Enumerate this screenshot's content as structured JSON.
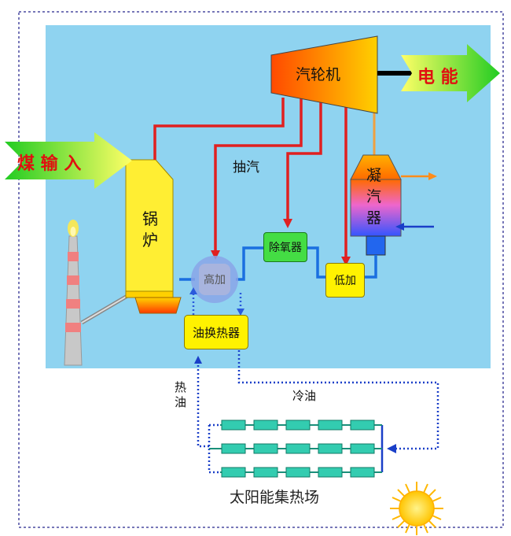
{
  "labels": {
    "turbine": "汽轮机",
    "electricity": "电 能",
    "coal_input": "煤 输 入",
    "boiler_line1": "锅",
    "boiler_line2": "炉",
    "extraction": "抽汽",
    "condenser_line1": "凝",
    "condenser_line2": "汽",
    "condenser_line3": "器",
    "deaerator": "除氧器",
    "hp_heater": "高加",
    "lp_heater": "低加",
    "oil_heat_exchanger": "油换热器",
    "hot_oil_line1": "热",
    "hot_oil_line2": "油",
    "cold_oil": "冷油",
    "solar_field": "太阳能集热场"
  },
  "colors": {
    "plant_background": "#8fd3f0",
    "steam_line": "#e02020",
    "water_line": "#1a6fe0",
    "oil_line": "#1a3fc8",
    "boiler": "#ffee33",
    "heater_yellow": "#fff200",
    "deaerator_green": "#44dd44",
    "collector": "#33ccb0"
  }
}
